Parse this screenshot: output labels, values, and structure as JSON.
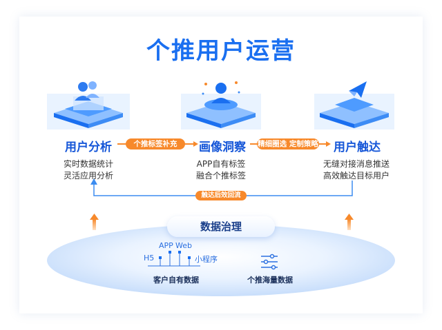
{
  "title": "个推用户运营",
  "stages": [
    {
      "name": "用户分析",
      "desc": [
        "实时数据统计",
        "灵活应用分析"
      ],
      "icon": "people-icon"
    },
    {
      "name": "画像洞察",
      "desc": [
        "APP自有标签",
        "融合个推标签"
      ],
      "icon": "person-icon"
    },
    {
      "name": "用户触达",
      "desc": [
        "无缝对接消息推送",
        "高效触达目标用户"
      ],
      "icon": "send-icon"
    }
  ],
  "connectors": {
    "analysis_to_insight": "个推标签补充",
    "insight_to_reach": "精细圈选 定制策略",
    "feedback": "触达后效回流"
  },
  "governance": {
    "title": "数据治理",
    "own_data": {
      "title": "客户自有数据",
      "sources": [
        "H5",
        "APP",
        "Web",
        "小程序"
      ]
    },
    "getui_data": {
      "title": "个推海量数据",
      "icon": "sliders-icon"
    }
  },
  "colors": {
    "primary": "#1a6ff0",
    "accent": "#f7892b",
    "stage_text": "#1556d8"
  }
}
